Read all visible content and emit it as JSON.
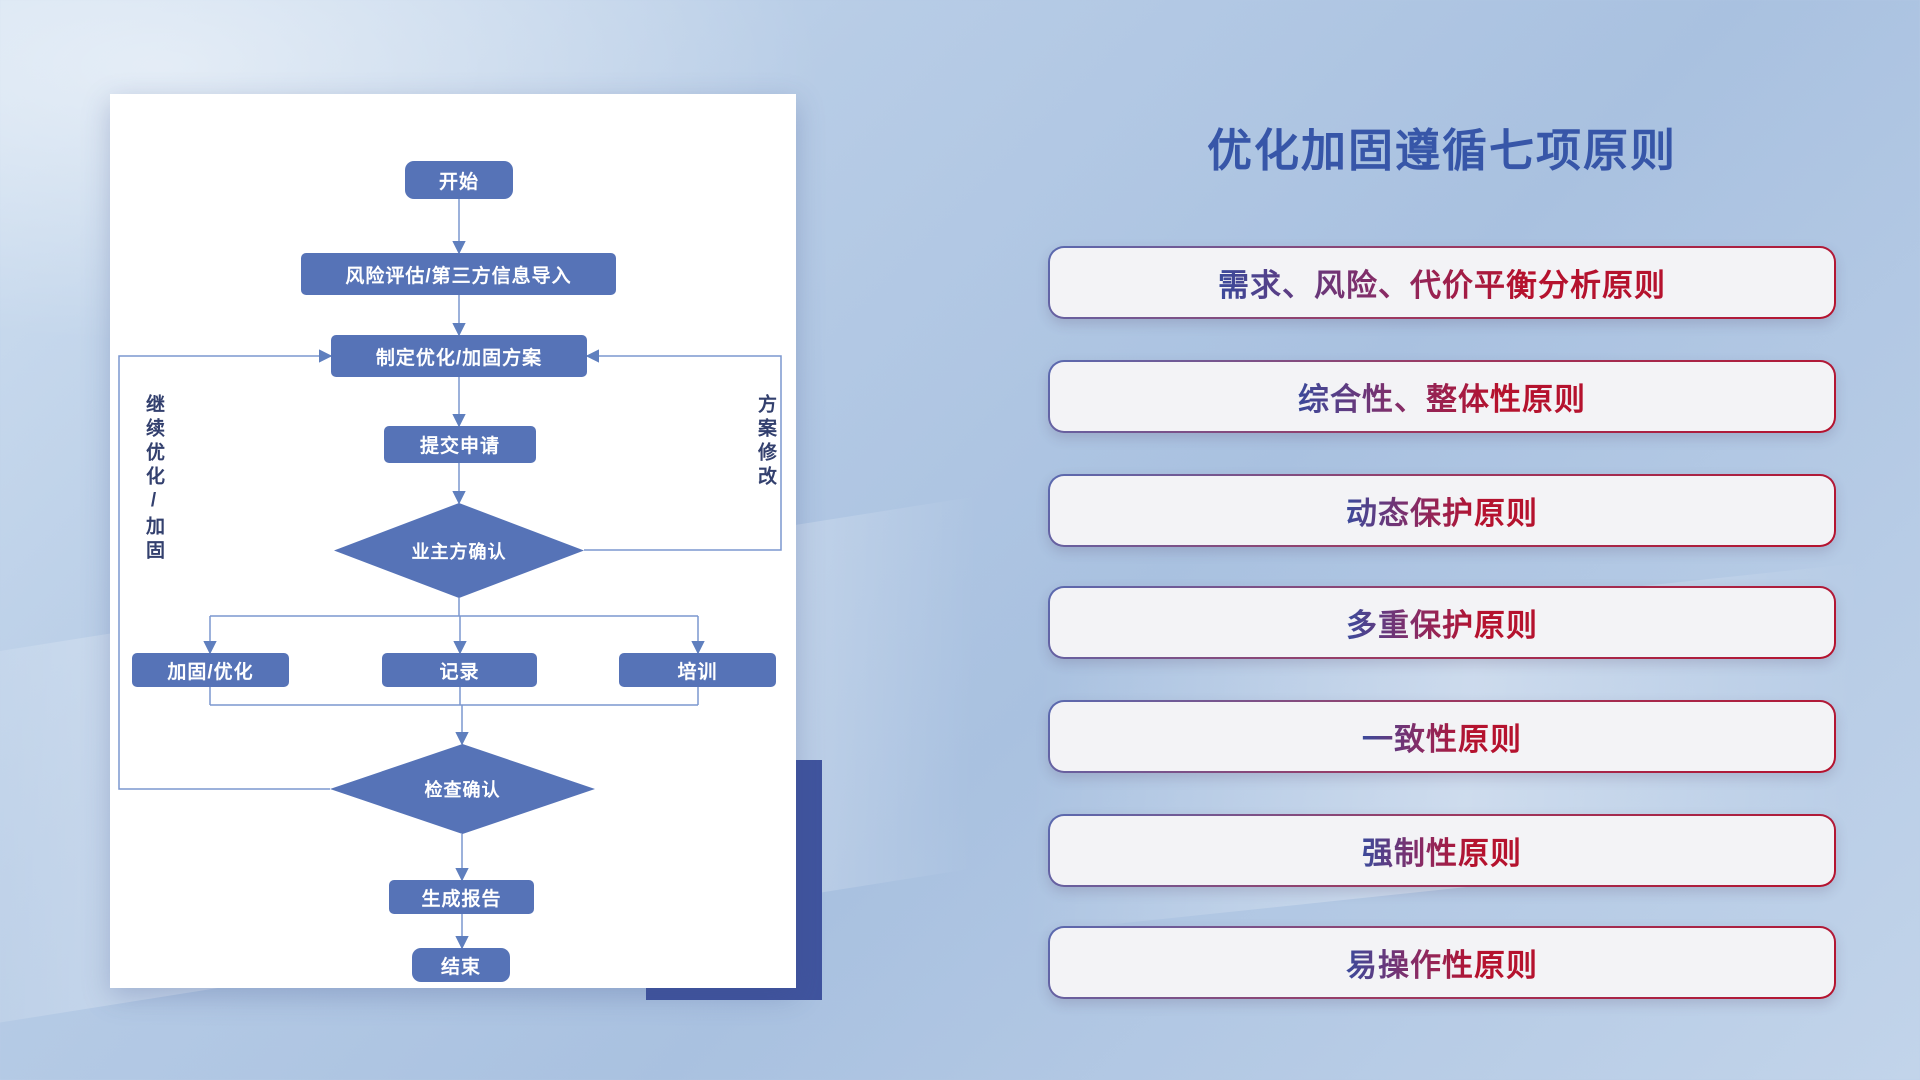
{
  "flowchart": {
    "nodes": {
      "start": "开始",
      "risk_import": "风险评估/第三方信息导入",
      "make_plan": "制定优化/加固方案",
      "submit_request": "提交申请",
      "owner_confirm": "业主方确认",
      "reinforce_optimize": "加固/优化",
      "record": "记录",
      "training": "培训",
      "check_confirm": "检查确认",
      "generate_report": "生成报告",
      "end": "结束"
    },
    "loop_labels": {
      "left": "继续优化/加固",
      "right": "方案修改"
    }
  },
  "principles": {
    "title": "优化加固遵循七项原则",
    "items": [
      {
        "label": "需求、风险、代价平衡分析原则"
      },
      {
        "label": "综合性、整体性原则"
      },
      {
        "label": "动态保护原则"
      },
      {
        "label": "多重保护原则"
      },
      {
        "label": "一致性原则"
      },
      {
        "label": "强制性原则"
      },
      {
        "label": "易操作性原则"
      }
    ]
  },
  "colors": {
    "node_blue": "#5673b7",
    "connector_blue": "#7b97cf",
    "title_blue": "#3756a8",
    "principle_red": "#b5122e",
    "principle_blue": "#3b4a9b",
    "accent_navy": "#40549e"
  }
}
